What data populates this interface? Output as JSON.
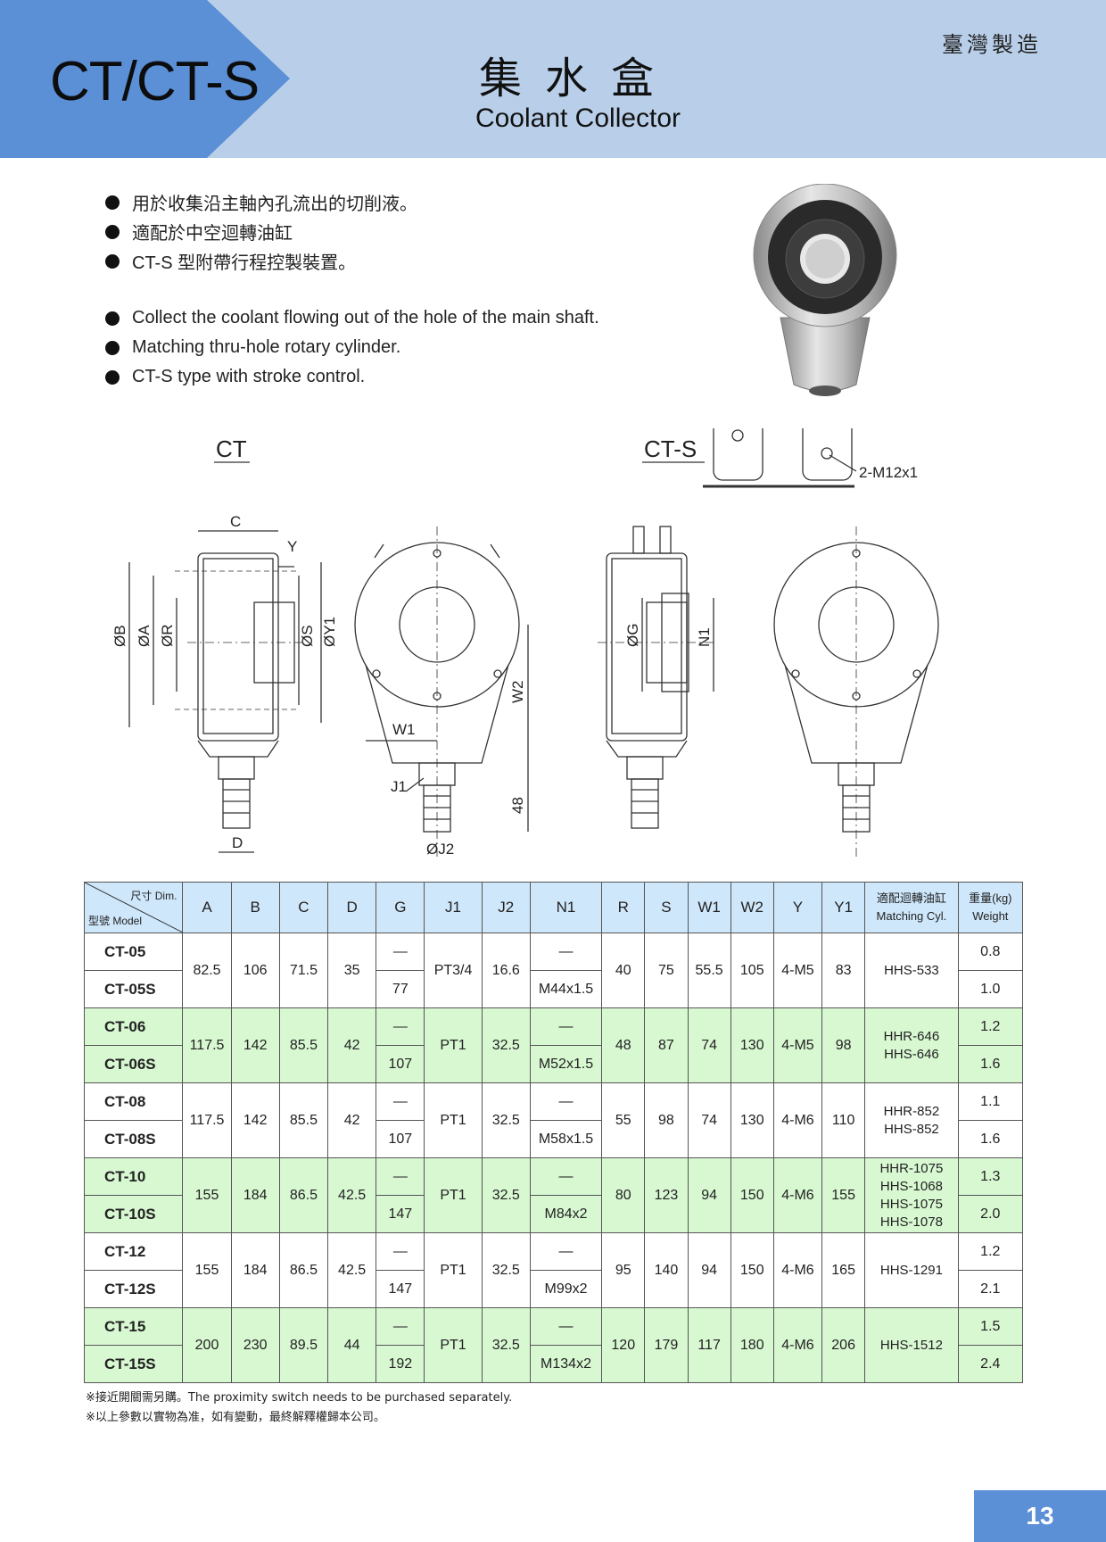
{
  "header": {
    "model": "CT/CT-S",
    "title_zh": "集水盒",
    "title_en": "Coolant Collector",
    "made_in": "臺灣製造"
  },
  "features_zh": [
    "用於收集沿主軸內孔流出的切削液。",
    "適配於中空迴轉油缸",
    "CT-S 型附帶行程控製裝置。"
  ],
  "features_en": [
    "Collect the coolant flowing out of the hole of the main shaft.",
    "Matching thru-hole rotary cylinder.",
    "CT-S type with stroke control."
  ],
  "drawings": {
    "ct_title": "CT",
    "cts_title": "CT-S",
    "thread_label": "2-M12x1",
    "labels": {
      "C": "C",
      "Y": "Y",
      "B": "ØB",
      "A": "ØA",
      "R": "ØR",
      "S": "ØS",
      "Y1": "ØY1",
      "W1": "W1",
      "W2": "W2",
      "J1": "J1",
      "J2": "ØJ2",
      "D": "D",
      "H48": "48",
      "G": "ØG",
      "N1": "N1"
    }
  },
  "table": {
    "dim_label": "尺寸 Dim.",
    "model_label": "型號 Model",
    "columns": [
      "A",
      "B",
      "C",
      "D",
      "G",
      "J1",
      "J2",
      "N1",
      "R",
      "S",
      "W1",
      "W2",
      "Y",
      "Y1"
    ],
    "cyl_header": [
      "適配迴轉油缸",
      "Matching Cyl."
    ],
    "weight_header": [
      "重量(kg)",
      "Weight"
    ],
    "groups": [
      {
        "models": [
          "CT-05",
          "CT-05S"
        ],
        "A": "82.5",
        "B": "106",
        "C": "71.5",
        "D": "35",
        "G": [
          "—",
          "77"
        ],
        "J1": "PT3/4",
        "J2": "16.6",
        "N1": [
          "—",
          "M44x1.5"
        ],
        "R": "40",
        "S": "75",
        "W1": "55.5",
        "W2": "105",
        "Y": "4-M5",
        "Y1": "83",
        "cyl": [
          "HHS-533"
        ],
        "weight": [
          "0.8",
          "1.0"
        ]
      },
      {
        "models": [
          "CT-06",
          "CT-06S"
        ],
        "A": "117.5",
        "B": "142",
        "C": "85.5",
        "D": "42",
        "G": [
          "—",
          "107"
        ],
        "J1": "PT1",
        "J2": "32.5",
        "N1": [
          "—",
          "M52x1.5"
        ],
        "R": "48",
        "S": "87",
        "W1": "74",
        "W2": "130",
        "Y": "4-M5",
        "Y1": "98",
        "cyl": [
          "HHR-646",
          "HHS-646"
        ],
        "weight": [
          "1.2",
          "1.6"
        ]
      },
      {
        "models": [
          "CT-08",
          "CT-08S"
        ],
        "A": "117.5",
        "B": "142",
        "C": "85.5",
        "D": "42",
        "G": [
          "—",
          "107"
        ],
        "J1": "PT1",
        "J2": "32.5",
        "N1": [
          "—",
          "M58x1.5"
        ],
        "R": "55",
        "S": "98",
        "W1": "74",
        "W2": "130",
        "Y": "4-M6",
        "Y1": "110",
        "cyl": [
          "HHR-852",
          "HHS-852"
        ],
        "weight": [
          "1.1",
          "1.6"
        ]
      },
      {
        "models": [
          "CT-10",
          "CT-10S"
        ],
        "A": "155",
        "B": "184",
        "C": "86.5",
        "D": "42.5",
        "G": [
          "—",
          "147"
        ],
        "J1": "PT1",
        "J2": "32.5",
        "N1": [
          "—",
          "M84x2"
        ],
        "R": "80",
        "S": "123",
        "W1": "94",
        "W2": "150",
        "Y": "4-M6",
        "Y1": "155",
        "cyl": [
          "HHR-1075",
          "HHS-1068",
          "HHS-1075",
          "HHS-1078"
        ],
        "weight": [
          "1.3",
          "2.0"
        ]
      },
      {
        "models": [
          "CT-12",
          "CT-12S"
        ],
        "A": "155",
        "B": "184",
        "C": "86.5",
        "D": "42.5",
        "G": [
          "—",
          "147"
        ],
        "J1": "PT1",
        "J2": "32.5",
        "N1": [
          "—",
          "M99x2"
        ],
        "R": "95",
        "S": "140",
        "W1": "94",
        "W2": "150",
        "Y": "4-M6",
        "Y1": "165",
        "cyl": [
          "HHS-1291"
        ],
        "weight": [
          "1.2",
          "2.1"
        ]
      },
      {
        "models": [
          "CT-15",
          "CT-15S"
        ],
        "A": "200",
        "B": "230",
        "C": "89.5",
        "D": "44",
        "G": [
          "—",
          "192"
        ],
        "J1": "PT1",
        "J2": "32.5",
        "N1": [
          "—",
          "M134x2"
        ],
        "R": "120",
        "S": "179",
        "W1": "117",
        "W2": "180",
        "Y": "4-M6",
        "Y1": "206",
        "cyl": [
          "HHS-1512"
        ],
        "weight": [
          "1.5",
          "2.4"
        ]
      }
    ]
  },
  "notes": [
    "※接近開關需另購。The proximity switch needs to be purchased separately.",
    "※以上參數以實物為准，如有變動，最終解釋權歸本公司。"
  ],
  "page_number": "13",
  "colors": {
    "header_bg": "#b9cfe9",
    "accent": "#5b8fd6",
    "table_header": "#cfe7fb",
    "row_green": "#d8f8d2"
  }
}
